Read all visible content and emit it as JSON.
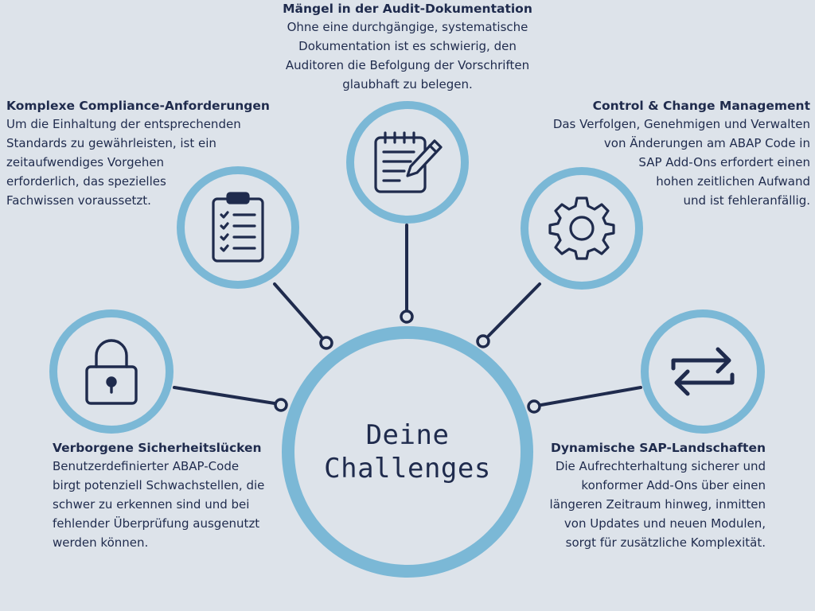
{
  "hub": {
    "line1": "Deine",
    "line2": "Challenges"
  },
  "challenges": {
    "audit": {
      "title": "Mängel in der Audit-Dokumentation",
      "lines": [
        "Ohne eine durchgängige, systematische",
        "Dokumentation ist es schwierig, den",
        "Auditoren die Befolgung der Vorschriften",
        "glaubhaft zu belegen."
      ],
      "icon": "document-edit-icon"
    },
    "compliance": {
      "title": "Komplexe Compliance-Anforderungen",
      "lines": [
        "Um die Einhaltung der entsprechenden",
        "Standards zu gewährleisten, ist ein",
        "zeitaufwendiges Vorgehen",
        "erforderlich, das spezielles",
        "Fachwissen voraussetzt."
      ],
      "icon": "clipboard-checklist-icon"
    },
    "control": {
      "title": "Control & Change Management",
      "lines": [
        "Das Verfolgen, Genehmigen und Verwalten",
        "von Änderungen am ABAP Code in",
        "SAP Add-Ons erfordert einen",
        "hohen zeitlichen Aufwand",
        "und ist fehleranfällig."
      ],
      "icon": "gear-icon"
    },
    "security": {
      "title": "Verborgene Sicherheitslücken",
      "lines": [
        "Benutzerdefinierter ABAP-Code",
        "birgt potenziell Schwachstellen, die",
        "schwer zu erkennen sind und bei",
        "fehlender Überprüfung ausgenutzt",
        "werden können."
      ],
      "icon": "lock-icon"
    },
    "dynamic": {
      "title": "Dynamische SAP-Landschaften",
      "lines": [
        "Die Aufrechterhaltung sicherer und",
        "konformer Add-Ons über einen",
        "längeren Zeitraum hinweg, inmitten",
        "von Updates und neuen Modulen,",
        "sorgt für zusätzliche Komplexität."
      ],
      "icon": "swap-arrows-icon"
    }
  },
  "colors": {
    "background": "#dde3ea",
    "ring": "#7bb8d6",
    "navy": "#1f2b4d"
  }
}
